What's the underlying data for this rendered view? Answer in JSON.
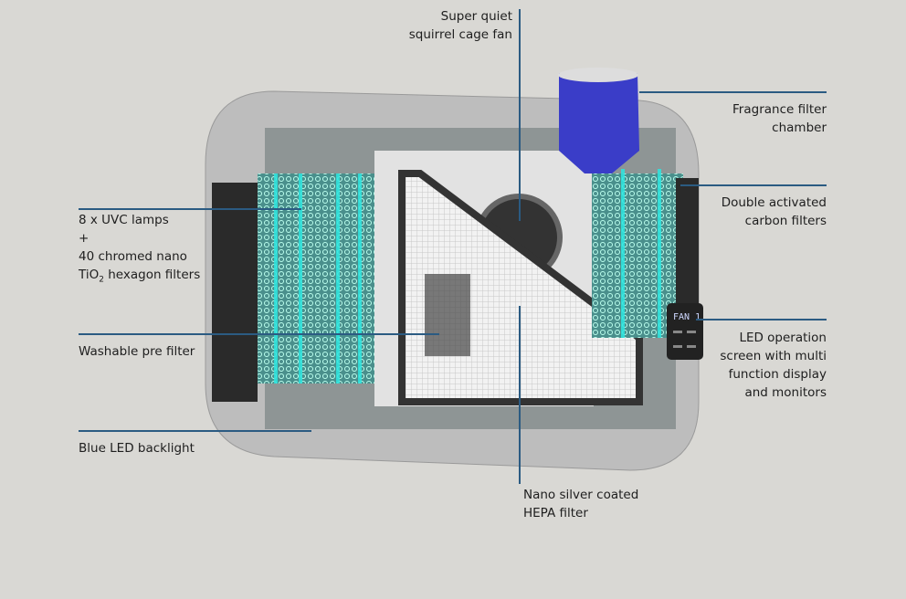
{
  "title": "Air purifier cutaway diagram",
  "colors": {
    "background": "#d9d8d4",
    "leader_line": "#2b5b82",
    "uvc_glow": "#2ee6e0",
    "fragrance_chamber": "#3a3dc8"
  },
  "labels": {
    "fan": [
      "Super quiet",
      "squirrel cage fan"
    ],
    "fragrance": [
      "Fragrance filter",
      "chamber"
    ],
    "carbon": [
      "Double activated",
      "carbon filters"
    ],
    "led": [
      "LED operation",
      "screen with multi",
      "function display",
      "and monitors"
    ],
    "uvc": {
      "line1": "8 x UVC lamps",
      "line2": "+",
      "line3": "40 chromed nano",
      "line4_pre": "TiO",
      "line4_sub": "2",
      "line4_post": " hexagon filters"
    },
    "prefilter": "Washable pre filter",
    "backlight": "Blue LED backlight",
    "hepa": [
      "Nano silver coated",
      "HEPA filter"
    ]
  },
  "led_display_text": "FAN 1"
}
